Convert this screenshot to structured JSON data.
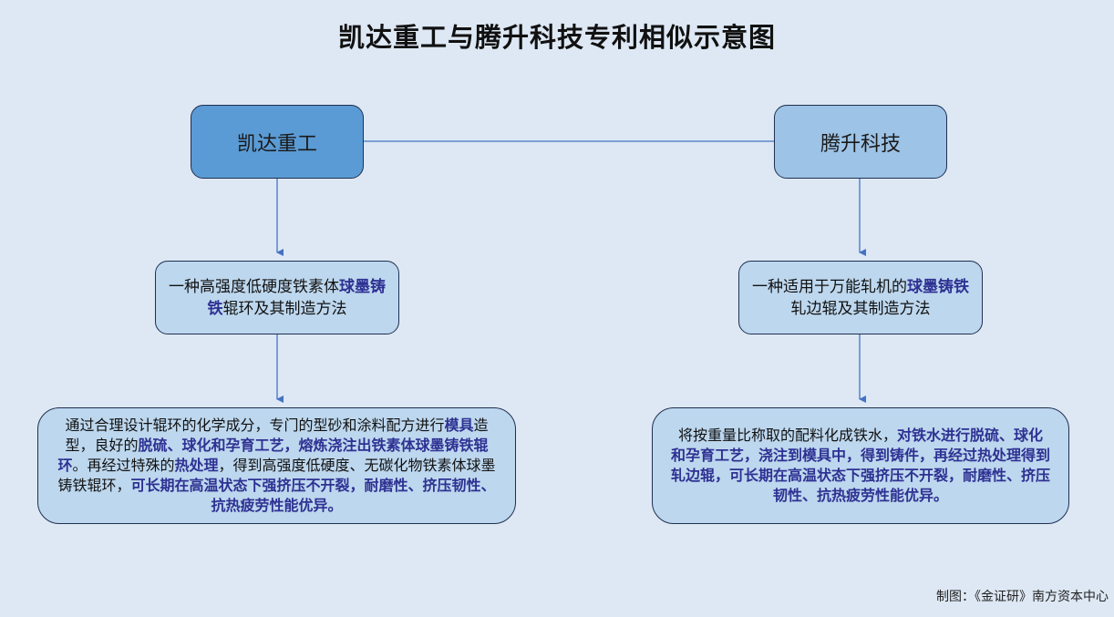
{
  "title": "凯达重工与腾升科技专利相似示意图",
  "companies": {
    "left": "凯达重工",
    "right": "腾升科技"
  },
  "patents": {
    "left": [
      {
        "text": "一种高强度低硬度铁素体",
        "hl": false
      },
      {
        "text": "球墨铸铁",
        "hl": true
      },
      {
        "text": "辊环及其制造方法",
        "hl": false
      }
    ],
    "right": [
      {
        "text": "一种适用于万能轧机的",
        "hl": false
      },
      {
        "text": "球墨铸铁",
        "hl": true
      },
      {
        "text": "轧边辊及其制造方法",
        "hl": false
      }
    ]
  },
  "descriptions": {
    "left": [
      {
        "text": "通过合理设计辊环的化学成分，专门的型砂和涂料配方进行",
        "hl": false
      },
      {
        "text": "模具",
        "hl": true
      },
      {
        "text": "造型，良好的",
        "hl": false
      },
      {
        "text": "脱硫、球化和孕育工艺，熔炼浇注出铁素体球墨铸铁辊环",
        "hl": true
      },
      {
        "text": "。再经过特殊的",
        "hl": false
      },
      {
        "text": "热处理",
        "hl": true
      },
      {
        "text": "，得到高强度低硬度、无碳化物铁素体球墨铸铁辊环，",
        "hl": false
      },
      {
        "text": "可长期在高温状态下强挤压不开裂，耐磨性、挤压韧性、抗热疲劳性能优异。",
        "hl": true
      }
    ],
    "right": [
      {
        "text": "将按重量比称取的配料化成铁水，",
        "hl": false
      },
      {
        "text": "对铁水进行脱硫、球化和孕育工艺，浇注到模具中，得到铸件，再经过热处理得到轧边辊，可长期在高温状态下强挤压不开裂，耐磨性、挤压韧性、抗热疲劳性能优异。",
        "hl": true
      }
    ]
  },
  "credit": "制图：《金证研》南方资本中心",
  "colors": {
    "background": "#dde8f4",
    "kaida_box": "#5b9bd5",
    "tengsheng_box": "#9dc3e6",
    "light_box": "#bdd7ee",
    "highlight_text": "#2e3192",
    "connector": "#4472c4"
  }
}
